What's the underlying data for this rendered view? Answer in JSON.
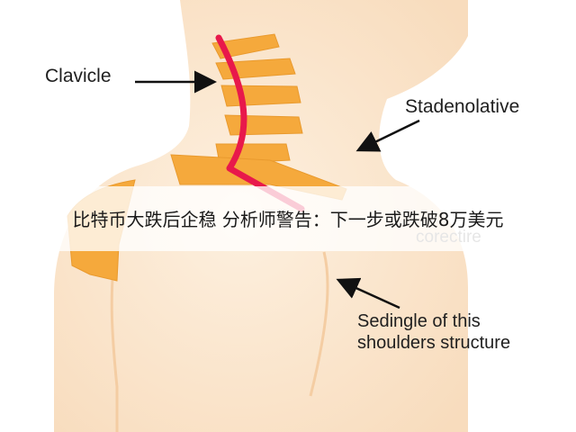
{
  "labels": {
    "clavicle": "Clavicle",
    "stadenolative": "Stadenolative",
    "corectire": "corectire",
    "sedingle_line1": "Sedingle of this",
    "sedingle_line2": "shoulders structure"
  },
  "overlay": {
    "headline": "比特币大跌后企稳 分析师警告：下一步或跌破8万美元"
  },
  "colors": {
    "skin": "#fbe6cc",
    "bone": "#f5a93c",
    "nerve": "#e8194b",
    "arrow": "#111111"
  }
}
